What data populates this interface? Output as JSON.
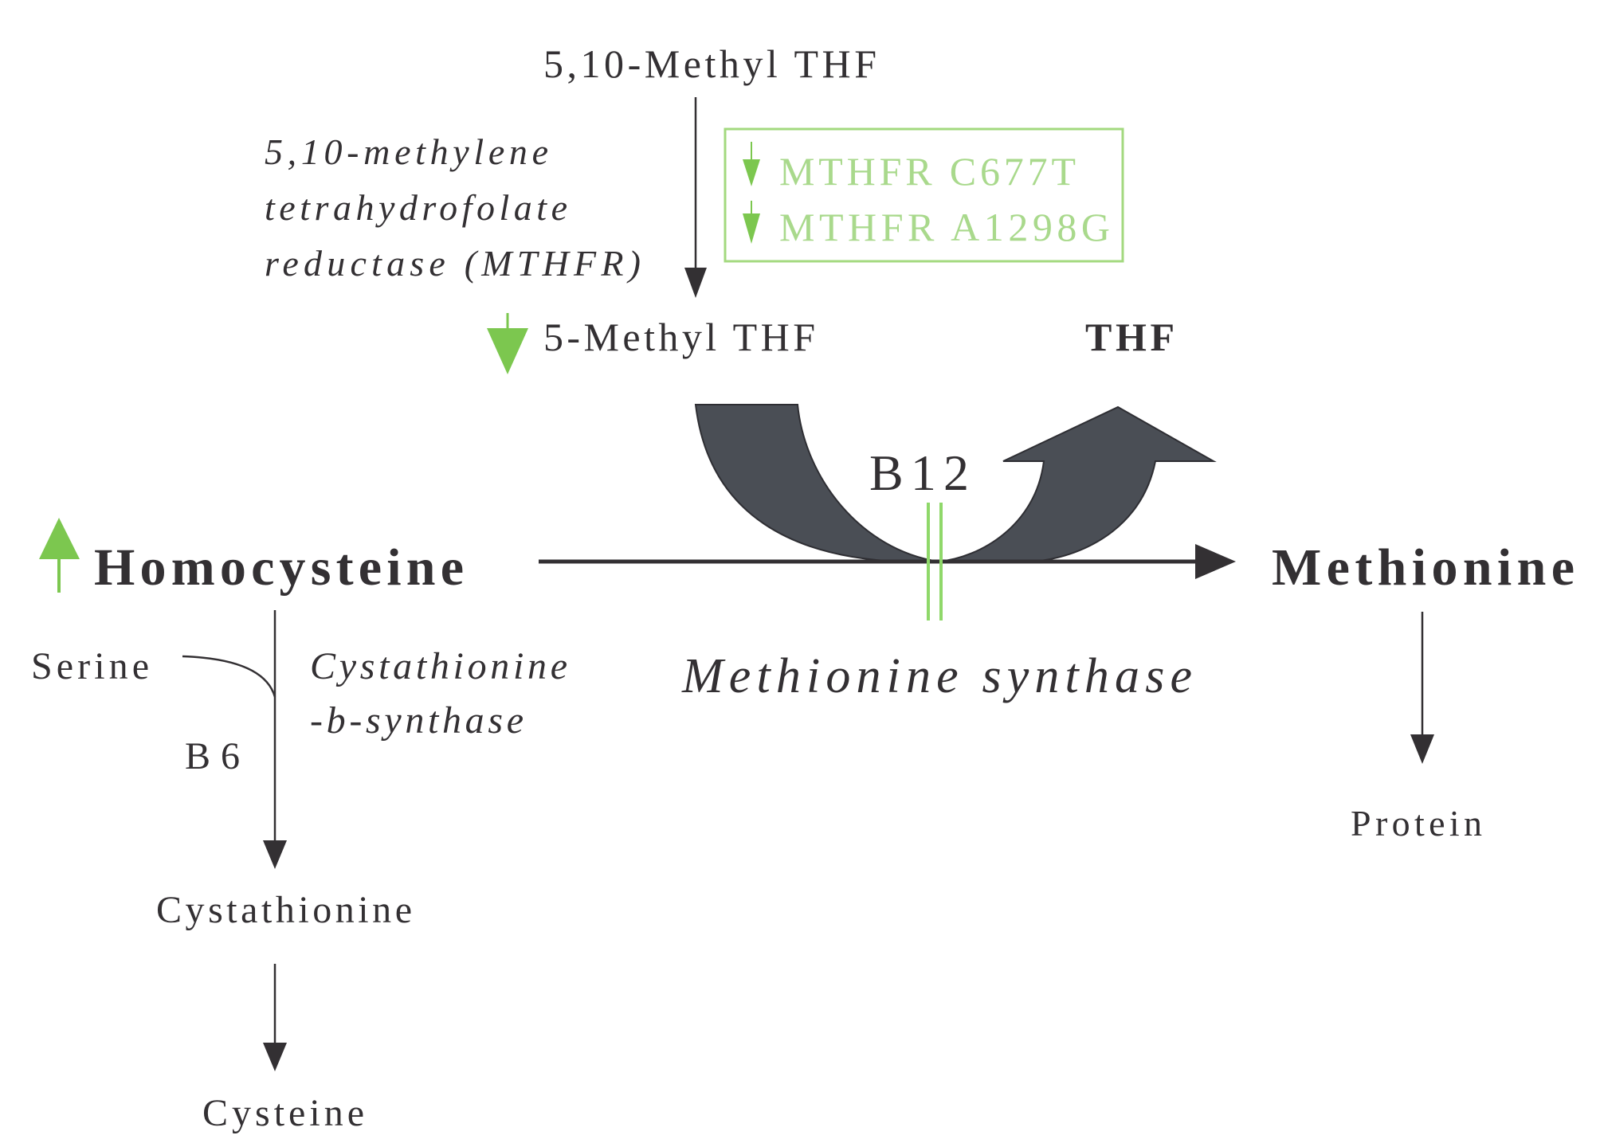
{
  "diagram": {
    "nodes": {
      "methyl_5_10_thf": "5,10-Methyl THF",
      "methyl_5_thf": "5-Methyl THF",
      "thf": "THF",
      "b12": "B12",
      "homocysteine": "Homocysteine",
      "methionine": "Methionine",
      "serine": "Serine",
      "b6": "B6",
      "cystathionine": "Cystathionine",
      "cysteine": "Cysteine",
      "protein": "Protein"
    },
    "enzymes": {
      "mthfr_lines": [
        "5,10-methylene",
        "tetrahydrofolate",
        "reductase (MTHFR)"
      ],
      "cbs_lines": [
        "Cystathionine",
        "-b-synthase"
      ],
      "methionine_synthase": "Methionine synthase"
    },
    "variants": {
      "items": [
        "MTHFR C677T",
        "MTHFR A1298G"
      ],
      "direction": "down"
    },
    "indicators": {
      "homocysteine": "up",
      "methyl_5_thf": "down"
    },
    "colors": {
      "ink": "#333033",
      "accent_green": "#7cc74f",
      "variant_text": "#a9d98c",
      "cycle_arrow": "#4a4e55"
    }
  }
}
